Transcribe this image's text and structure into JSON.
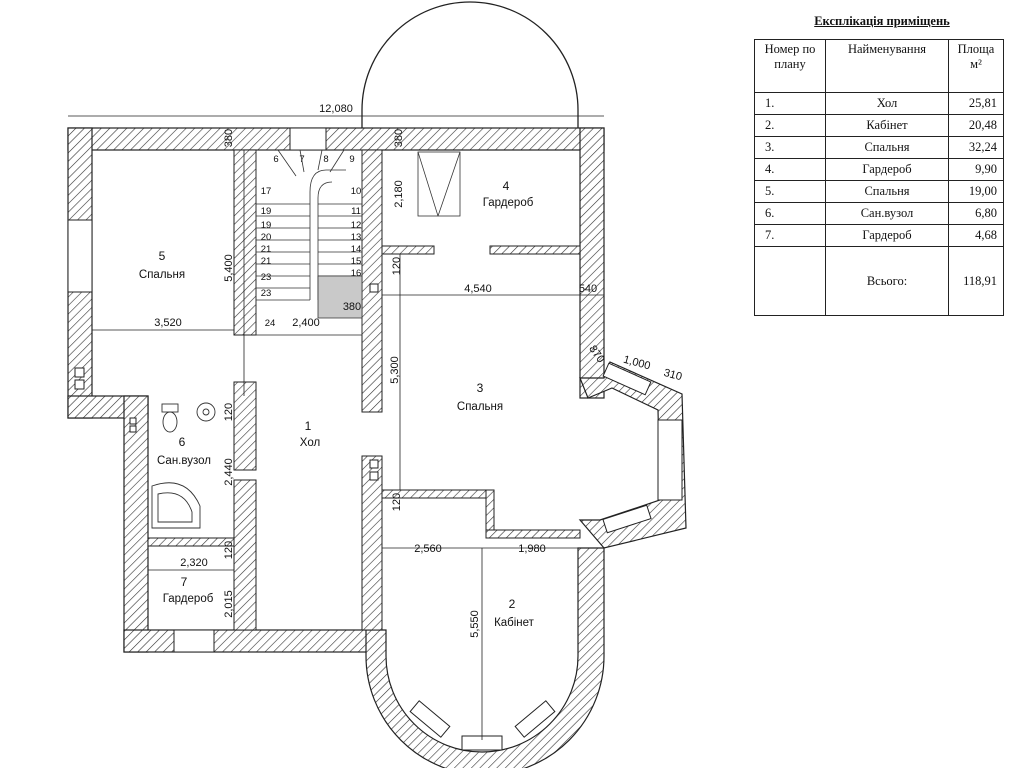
{
  "plan": {
    "dimensions": {
      "overall_width": "12,080",
      "wall_top_left": "380",
      "wall_top_right": "380",
      "bedroom5_length": "5,400",
      "bedroom5_width": "3,520",
      "wardrobe4_depth": "2,180",
      "wall_120_a": "120",
      "stair_width": "2,400",
      "stair_offset": "380",
      "bedroom3_width": "4,540",
      "wall_540": "540",
      "bay_870": "870",
      "bay_1000": "1,000",
      "bay_310": "310",
      "bedroom3_depth": "5,300",
      "wall_120_b": "120",
      "bath_depth": "2,440",
      "wall_120_c": "120",
      "cabinet_left": "2,560",
      "cabinet_right": "1,980",
      "wall_120_d": "120",
      "wardrobe7_width": "2,320",
      "wardrobe7_depth": "2,015",
      "cabinet_depth": "5,550"
    },
    "stairs": [
      "6",
      "7",
      "8",
      "9",
      "10",
      "11",
      "12",
      "13",
      "14",
      "15",
      "16",
      "17",
      "19",
      "19",
      "20",
      "21",
      "21",
      "23",
      "23",
      "24"
    ],
    "rooms": [
      {
        "num": "5",
        "name": "Спальня"
      },
      {
        "num": "4",
        "name": "Гардероб"
      },
      {
        "num": "3",
        "name": "Спальня"
      },
      {
        "num": "1",
        "name": "Хол"
      },
      {
        "num": "6",
        "name": "Сан.вузол"
      },
      {
        "num": "7",
        "name": "Гардероб"
      },
      {
        "num": "2",
        "name": "Кабінет"
      }
    ]
  },
  "legend": {
    "title": "Експлікація приміщень",
    "headers": {
      "num": "Номер по плану",
      "name": "Найменування",
      "area": "Площа м²"
    },
    "rows": [
      {
        "num": "1.",
        "name": "Хол",
        "area": "25,81"
      },
      {
        "num": "2.",
        "name": "Кабінет",
        "area": "20,48"
      },
      {
        "num": "3.",
        "name": "Спальня",
        "area": "32,24"
      },
      {
        "num": "4.",
        "name": "Гардероб",
        "area": "9,90"
      },
      {
        "num": "5.",
        "name": "Спальня",
        "area": "19,00"
      },
      {
        "num": "6.",
        "name": "Сан.вузол",
        "area": "6,80"
      },
      {
        "num": "7.",
        "name": "Гардероб",
        "area": "4,68"
      }
    ],
    "total_label": "Всього:",
    "total_area": "118,91"
  }
}
